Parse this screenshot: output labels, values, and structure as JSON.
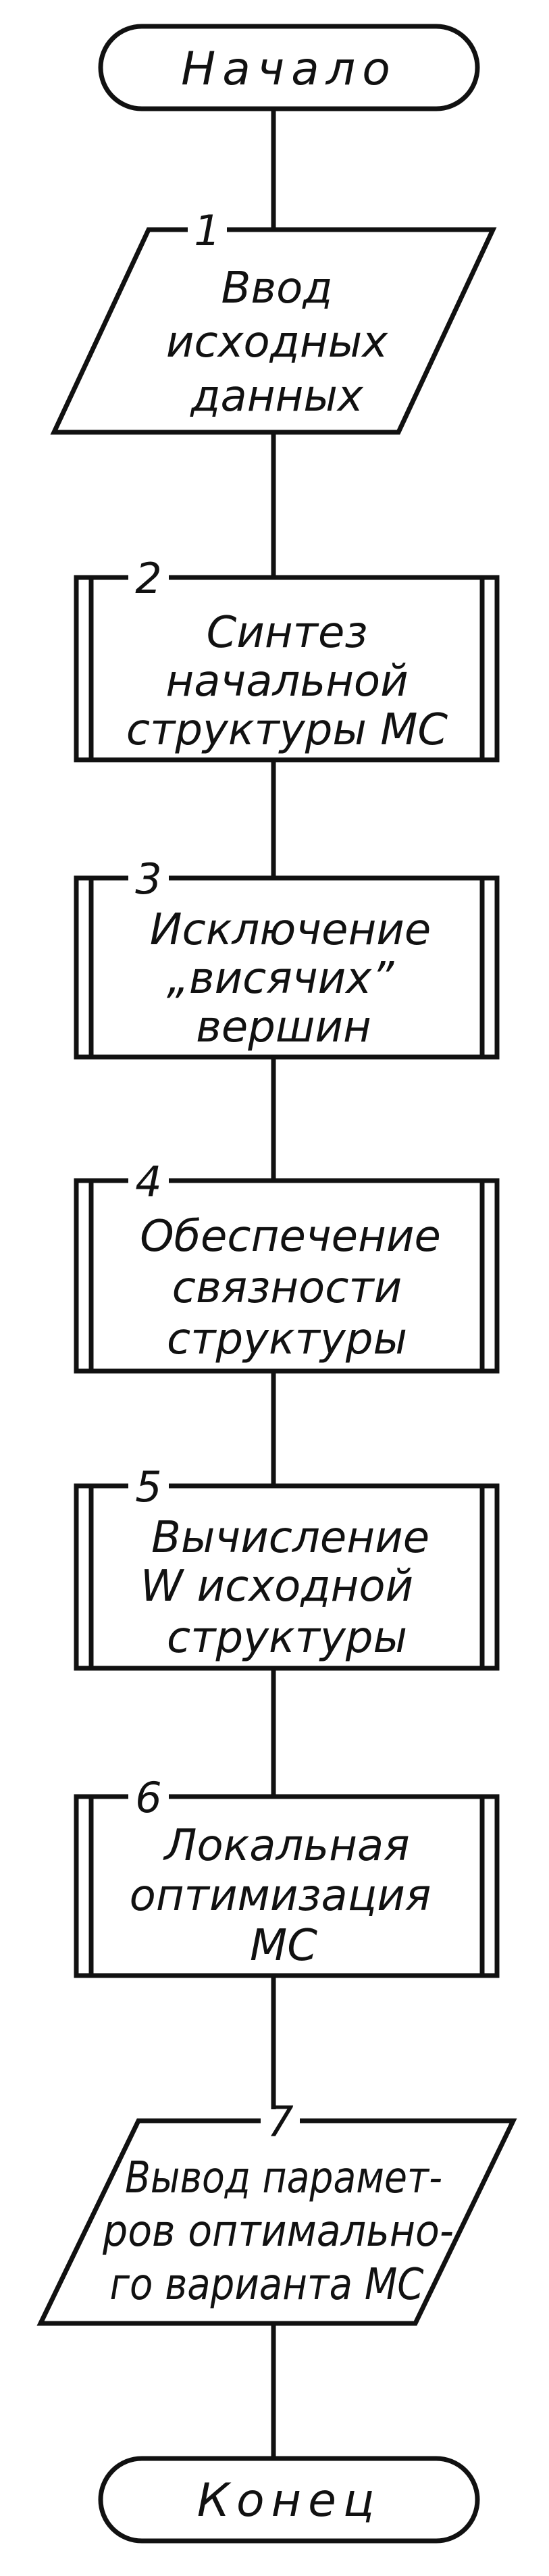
{
  "flowchart": {
    "start": {
      "label": "Начало"
    },
    "end": {
      "label": "Конец"
    },
    "blocks": [
      {
        "number": "1",
        "kind": "io",
        "lines": [
          "Ввод",
          "исходных",
          "данных"
        ]
      },
      {
        "number": "2",
        "kind": "process",
        "lines": [
          "Синтез",
          "начальной",
          "структуры МС"
        ]
      },
      {
        "number": "3",
        "kind": "process",
        "lines": [
          "Исключение",
          "„висячих”",
          "вершин"
        ]
      },
      {
        "number": "4",
        "kind": "process",
        "lines": [
          "Обеспечение",
          "связности",
          "структуры"
        ]
      },
      {
        "number": "5",
        "kind": "process",
        "lines": [
          "Вычисление",
          "W исходной",
          "структуры"
        ]
      },
      {
        "number": "6",
        "kind": "process",
        "lines": [
          "Локальная",
          "оптимизация",
          "МС"
        ]
      },
      {
        "number": "7",
        "kind": "io",
        "lines": [
          "Вывод парамет-",
          "ров оптимально-",
          "го варианта МС"
        ]
      }
    ]
  }
}
